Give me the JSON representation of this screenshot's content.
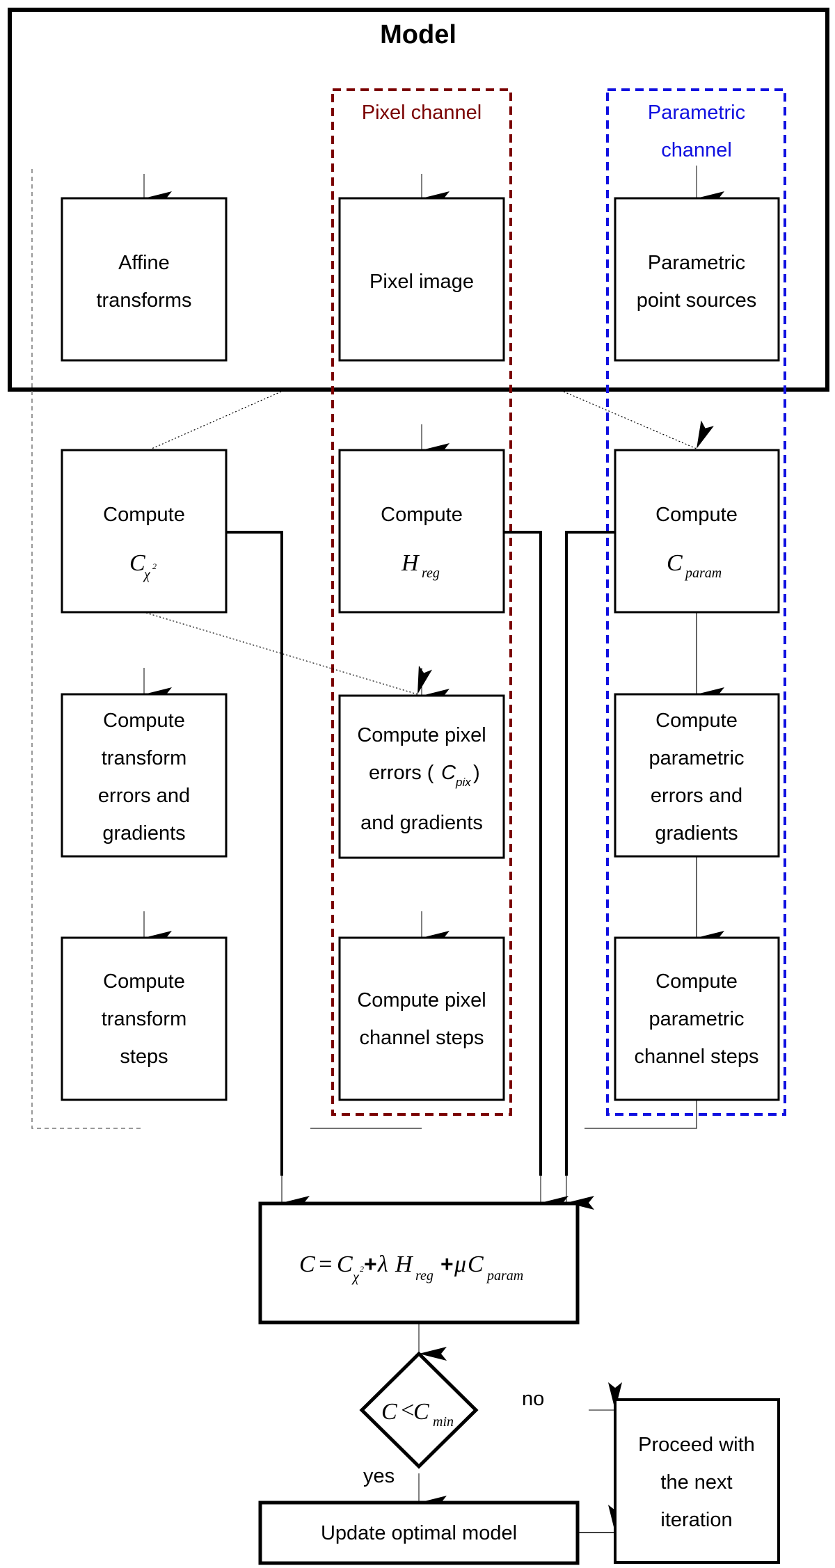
{
  "model": {
    "title": "Model"
  },
  "channels": {
    "pixel": {
      "label": "Pixel channel",
      "color": "#7a0000"
    },
    "parametric": {
      "label_line1": "Parametric",
      "label_line2": "channel",
      "color": "#1010e0"
    }
  },
  "boxes": {
    "affine": [
      "Affine",
      "transforms"
    ],
    "pixel_image": [
      "Pixel image"
    ],
    "param_sources": [
      "Parametric",
      "point sources"
    ],
    "compute_chi": {
      "line1": "Compute",
      "sym": "C",
      "sub": "χ",
      "sup": "2"
    },
    "compute_hreg": {
      "line1": "Compute",
      "sym": "H",
      "sub": "reg"
    },
    "compute_cparam": {
      "line1": "Compute",
      "sym": "C",
      "sub": "param"
    },
    "transform_errors": [
      "Compute",
      "transform",
      "errors and",
      "gradients"
    ],
    "pixel_errors": {
      "line1": "Compute pixel",
      "line2_pre": "errors (",
      "sym": "C",
      "sub": "pix",
      "line2_post": ")",
      "line3": "and gradients"
    },
    "param_errors": [
      "Compute",
      "parametric",
      "errors and",
      "gradients"
    ],
    "transform_steps": [
      "Compute",
      "transform",
      "steps"
    ],
    "pixel_steps": [
      "Compute pixel",
      "channel steps"
    ],
    "param_steps": [
      "Compute",
      "parametric",
      "channel steps"
    ]
  },
  "formula": {
    "lhs": "C",
    "eq": "=",
    "t1": "C",
    "t1_sub": "χ",
    "t1_sup": "2",
    "plus1": "+",
    "lambda": "λ",
    "t2": "H",
    "t2_sub": "reg",
    "plus2": "+",
    "mu": "μ",
    "t3": "C",
    "t3_sub": "param"
  },
  "decision": {
    "lhs": "C",
    "op": "<",
    "rhs": "C",
    "rhs_sub": "min",
    "yes_label": "yes",
    "no_label": "no"
  },
  "update_box": {
    "label": "Update optimal model"
  },
  "proceed_box": {
    "lines": [
      "Proceed with",
      "the next",
      "iteration"
    ]
  }
}
